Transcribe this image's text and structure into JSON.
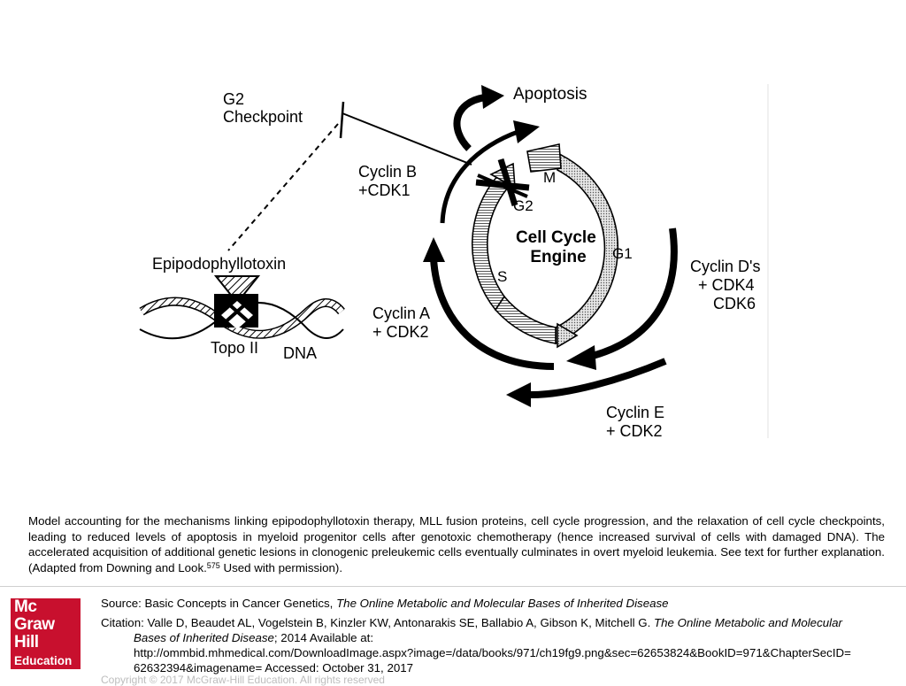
{
  "diagram": {
    "g2_checkpoint": [
      "G2",
      "Checkpoint"
    ],
    "apoptosis": "Apoptosis",
    "cyclin_b": [
      "Cyclin B",
      "+CDK1"
    ],
    "phase_m": "M",
    "phase_g2": "G2",
    "phase_g1": "G1",
    "phase_s": "S",
    "engine": [
      "Cell Cycle",
      "Engine"
    ],
    "cyclin_d": [
      "Cyclin D's",
      "+ CDK4",
      "CDK6"
    ],
    "cyclin_a": [
      "Cyclin A",
      "+ CDK2"
    ],
    "cyclin_e": [
      "Cyclin E",
      "+ CDK2"
    ],
    "epipodophyllotoxin": "Epipodophyllotoxin",
    "topo": "Topo II",
    "dna": "DNA"
  },
  "caption": {
    "text": " Model accounting for the mechanisms linking epipodophyllotoxin therapy, MLL fusion proteins, cell cycle progression, and the relaxation of cell cycle checkpoints, leading to reduced levels of apoptosis in myeloid progenitor cells after genotoxic chemotherapy (hence increased survival of cells with damaged DNA). The accelerated acquisition of additional genetic lesions in clonogenic preleukemic cells eventually culminates in overt myeloid leukemia. See text for further explanation. (Adapted from Downing and Look.",
    "ref": "575",
    "tail": " Used with permission)."
  },
  "footer": {
    "source_prefix": "Source: Basic Concepts in Cancer Genetics, ",
    "source_title": "The Online Metabolic and Molecular Bases of Inherited Disease",
    "citation_prefix": "Citation: Valle D, Beaudet AL, Vogelstein B, Kinzler KW, Antonarakis SE, Ballabio A, Gibson K, Mitchell G. ",
    "citation_title_a": "The Online Metabolic and Molecular",
    "citation_title_b": "Bases of Inherited Disease",
    "citation_avail": "; 2014 Available at:",
    "citation_url": "http://ommbid.mhmedical.com/DownloadImage.aspx?image=/data/books/971/ch19fg9.png&sec=62653824&BookID=971&ChapterSecID=",
    "citation_url2": "62632394&imagename= Accessed: October 31, 2017",
    "copyright": "Copyright © 2017 McGraw-Hill Education. All rights reserved"
  },
  "logo": {
    "lines": [
      "Mc",
      "Graw",
      "Hill",
      "Education"
    ],
    "color": "#c8102e"
  }
}
